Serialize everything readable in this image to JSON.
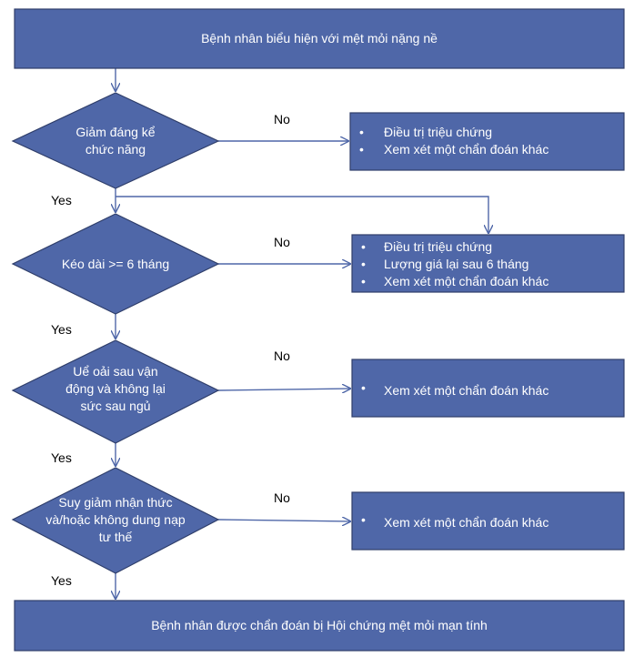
{
  "colors": {
    "box_fill": "#4f67a8",
    "box_border": "#2f3e6a",
    "text": "#ffffff",
    "edge": "#4f67a8"
  },
  "top_box": "Bệnh nhân biểu hiện với mệt mỏi nặng nề",
  "decisions": [
    {
      "lines": [
        "Giảm đáng kể",
        "chức năng"
      ]
    },
    {
      "lines": [
        "Kéo dài >= 6 tháng"
      ]
    },
    {
      "lines": [
        "Uể oải sau vận",
        "động và không lại",
        "sức sau ngủ"
      ]
    },
    {
      "lines": [
        "Suy giảm nhận thức",
        "và/hoặc không dung nạp",
        "tư thế"
      ]
    }
  ],
  "outcomes": [
    {
      "items": [
        "Điều trị triệu chứng",
        "Xem xét một chẩn đoán khác"
      ]
    },
    {
      "items": [
        "Điều trị triệu chứng",
        "Lượng giá lại sau 6 tháng",
        "Xem xét một chẩn đoán khác"
      ]
    },
    {
      "items": [
        "Xem xét một chẩn đoán khác"
      ]
    },
    {
      "items": [
        "Xem xét một chẩn đoán khác"
      ]
    }
  ],
  "labels": {
    "yes": "Yes",
    "no": "No"
  },
  "bullet": "•",
  "bottom_box": "Bệnh nhân được chẩn đoán bị Hội chứng mệt mỏi mạn tính"
}
